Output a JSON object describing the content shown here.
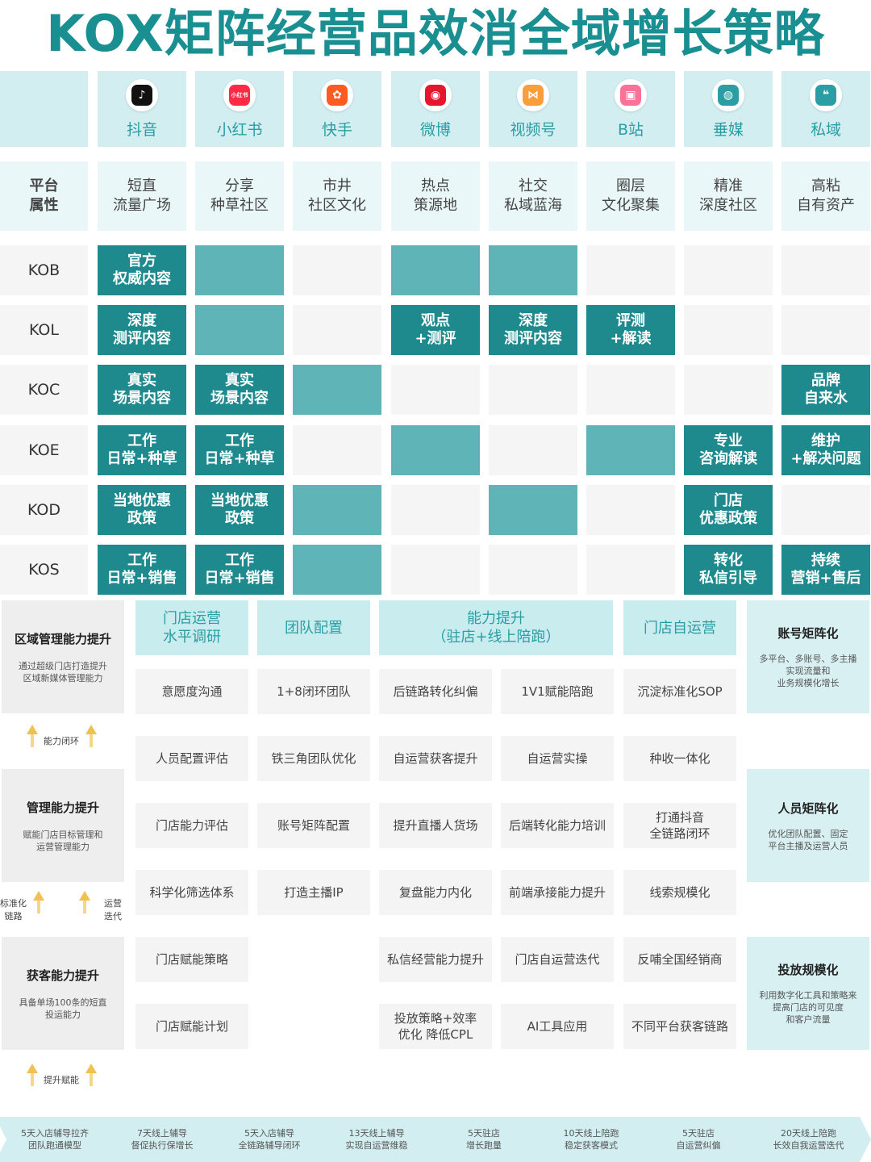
{
  "title": "KOX矩阵经营品效消全域增长策略",
  "platforms": [
    {
      "label": "抖音",
      "icon": "douyin-icon",
      "color": "#111111",
      "glyph": "♪"
    },
    {
      "label": "小红书",
      "icon": "xiaohongshu-icon",
      "color": "#ff2a46",
      "glyph": "小红书"
    },
    {
      "label": "快手",
      "icon": "kuaishou-icon",
      "color": "#ff5a1f",
      "glyph": "✿"
    },
    {
      "label": "微博",
      "icon": "weibo-icon",
      "color": "#e6162d",
      "glyph": "◉"
    },
    {
      "label": "视频号",
      "icon": "shipinhao-icon",
      "color": "#fa9d3b",
      "glyph": "⋈"
    },
    {
      "label": "B站",
      "icon": "bilibili-icon",
      "color": "#fb7299",
      "glyph": "▣"
    },
    {
      "label": "垂媒",
      "icon": "globe-icon",
      "color": "#2a9ea3",
      "glyph": "◍"
    },
    {
      "label": "私域",
      "icon": "chat-icon",
      "color": "#2a9ea3",
      "glyph": "❝"
    }
  ],
  "attr_label": "平台\n属性",
  "attributes": [
    "短直\n流量广场",
    "分享\n种草社区",
    "市井\n社区文化",
    "热点\n策源地",
    "社交\n私域蓝海",
    "圈层\n文化聚集",
    "精准\n深度社区",
    "高粘\n自有资产"
  ],
  "kox_rows": [
    {
      "label": "KOB",
      "cells": [
        [
          "dk",
          "官方\n权威内容"
        ],
        [
          "md",
          ""
        ],
        [
          "lt",
          ""
        ],
        [
          "md",
          ""
        ],
        [
          "md",
          ""
        ],
        [
          "lt",
          ""
        ],
        [
          "lt",
          ""
        ],
        [
          "lt",
          ""
        ]
      ]
    },
    {
      "label": "KOL",
      "cells": [
        [
          "dk",
          "深度\n测评内容"
        ],
        [
          "md",
          ""
        ],
        [
          "lt",
          ""
        ],
        [
          "dk",
          "观点\n+测评"
        ],
        [
          "dk",
          "深度\n测评内容"
        ],
        [
          "dk",
          "评测\n+解读"
        ],
        [
          "lt",
          ""
        ],
        [
          "lt",
          ""
        ]
      ]
    },
    {
      "label": "KOC",
      "cells": [
        [
          "dk",
          "真实\n场景内容"
        ],
        [
          "dk",
          "真实\n场景内容"
        ],
        [
          "md",
          ""
        ],
        [
          "lt",
          ""
        ],
        [
          "lt",
          ""
        ],
        [
          "lt",
          ""
        ],
        [
          "lt",
          ""
        ],
        [
          "dk",
          "品牌\n自来水"
        ]
      ]
    },
    {
      "label": "KOE",
      "cells": [
        [
          "dk",
          "工作\n日常+种草"
        ],
        [
          "dk",
          "工作\n日常+种草"
        ],
        [
          "lt",
          ""
        ],
        [
          "md",
          ""
        ],
        [
          "lt",
          ""
        ],
        [
          "md",
          ""
        ],
        [
          "dk",
          "专业\n咨询解读"
        ],
        [
          "dk",
          "维护\n+解决问题"
        ]
      ]
    },
    {
      "label": "KOD",
      "cells": [
        [
          "dk",
          "当地优惠\n政策"
        ],
        [
          "dk",
          "当地优惠\n政策"
        ],
        [
          "md",
          ""
        ],
        [
          "lt",
          ""
        ],
        [
          "md",
          ""
        ],
        [
          "lt",
          ""
        ],
        [
          "dk",
          "门店\n优惠政策"
        ],
        [
          "lt",
          ""
        ]
      ]
    },
    {
      "label": "KOS",
      "cells": [
        [
          "dk",
          "工作\n日常+销售"
        ],
        [
          "dk",
          "工作\n日常+销售"
        ],
        [
          "md",
          ""
        ],
        [
          "lt",
          ""
        ],
        [
          "lt",
          ""
        ],
        [
          "lt",
          ""
        ],
        [
          "dk",
          "转化\n私信引导"
        ],
        [
          "dk",
          "持续\n营销+售后"
        ]
      ]
    }
  ],
  "phases": [
    "门店运营\n水平调研",
    "团队配置",
    "能力提升\n（驻店+线上陪跑）",
    "门店自运营"
  ],
  "grid": [
    [
      "意愿度沟通",
      "1+8闭环团队",
      "后链路转化纠偏",
      "1V1赋能陪跑",
      "沉淀标准化SOP"
    ],
    [
      "人员配置评估",
      "铁三角团队优化",
      "自运营获客提升",
      "自运营实操",
      "种收一体化"
    ],
    [
      "门店能力评估",
      "账号矩阵配置",
      "提升直播人货场",
      "后端转化能力培训",
      "打通抖音\n全链路闭环"
    ],
    [
      "科学化筛选体系",
      "打造主播IP",
      "复盘能力内化",
      "前端承接能力提升",
      "线索规模化"
    ],
    [
      "门店赋能策略",
      "",
      "私信经营能力提升",
      "门店自运营迭代",
      "反哺全国经销商"
    ],
    [
      "门店赋能计划",
      "",
      "投放策略+效率\n优化 降低CPL",
      "AI工具应用",
      "不同平台获客链路"
    ]
  ],
  "left_blocks": [
    {
      "title": "区域管理能力提升",
      "desc": "通过超级门店打造提升\n区域新媒体管理能力"
    },
    {
      "title": "管理能力提升",
      "desc": "赋能门店目标管理和\n运营管理能力"
    },
    {
      "title": "获客能力提升",
      "desc": "具备单场100条的短直\n投运能力"
    }
  ],
  "left_links": {
    "loop1": "能力闭环",
    "std": "标准化\n链路",
    "ops": "运营\n迭代",
    "empower": "提升赋能"
  },
  "right_blocks": [
    {
      "title": "账号矩阵化",
      "desc": "多平台、多账号、多主播\n实现流量和\n业务规模化增长"
    },
    {
      "title": "人员矩阵化",
      "desc": "优化团队配置、固定\n平台主播及运营人员"
    },
    {
      "title": "投放规模化",
      "desc": "利用数字化工具和策略来\n提高门店的可见度\n和客户流量"
    }
  ],
  "timeline": [
    "5天入店辅导拉齐\n团队跑通模型",
    "7天线上辅导\n督促执行保增长",
    "5天入店辅导\n全链路辅导闭环",
    "13天线上辅导\n实现自运营维稳",
    "5天驻店\n增长跑量",
    "10天线上陪跑\n稳定获客模式",
    "5天驻店\n自运营纠偏",
    "20天线上陪跑\n长效自我运营迭代"
  ]
}
